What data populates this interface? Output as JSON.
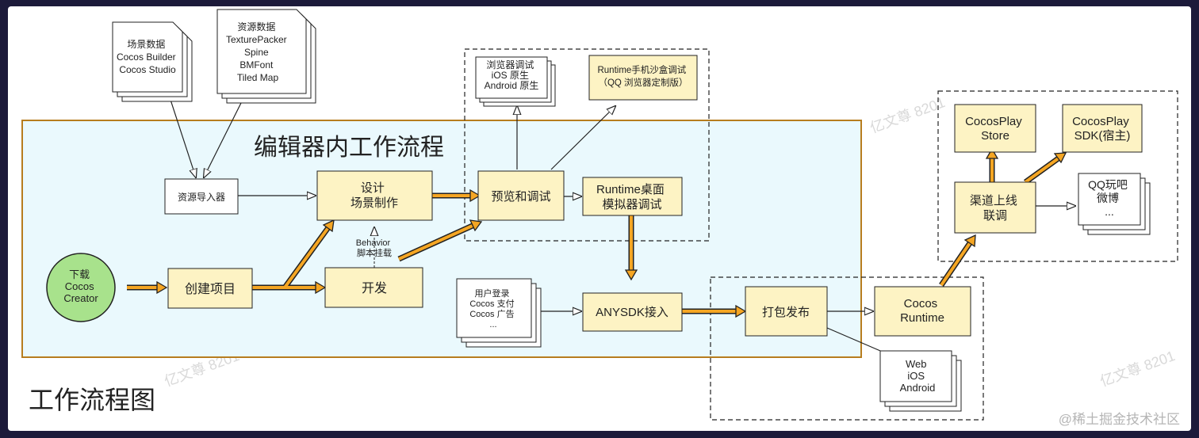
{
  "diagram": {
    "title": "工作流程图",
    "editor_region_title": "编辑器内工作流程",
    "watermark": "@稀土掘金技术社区",
    "faint_watermark": "亿文尊 8201",
    "docs": {
      "scene_data": [
        "场景数据",
        "Cocos Builder",
        "Cocos Studio"
      ],
      "asset_data": [
        "资源数据",
        "TexturePacker",
        "Spine",
        "BMFont",
        "Tiled Map"
      ],
      "browser_targets": [
        "浏览器调试",
        "iOS 原生",
        "Android 原生"
      ],
      "services": [
        "用户登录",
        "Cocos 支付",
        "Cocos 广告",
        "..."
      ],
      "publish_targets": [
        "Web",
        "iOS",
        "Android"
      ],
      "social": [
        "QQ玩吧",
        "微博",
        "..."
      ]
    },
    "nodes": {
      "download": [
        "下载",
        "Cocos",
        "Creator"
      ],
      "create_project": "创建项目",
      "develop": "开发",
      "importer": "资源导入器",
      "scene_design": [
        "设计",
        "场景制作"
      ],
      "preview": "预览和调试",
      "runtime_desktop": [
        "Runtime桌面",
        "模拟器调试"
      ],
      "runtime_mobile": [
        "Runtime手机沙盒调试",
        "（QQ 浏览器定制版）"
      ],
      "anysdk": "ANYSDK接入",
      "package": "打包发布",
      "cocos_runtime": [
        "Cocos",
        "Runtime"
      ],
      "channel": [
        "渠道上线",
        "联调"
      ],
      "store": [
        "CocosPlay",
        "Store"
      ],
      "sdk": [
        "CocosPlay",
        "SDK(宿主)"
      ]
    },
    "annotations": {
      "behavior": [
        "Behavior",
        "脚本挂载"
      ]
    }
  }
}
